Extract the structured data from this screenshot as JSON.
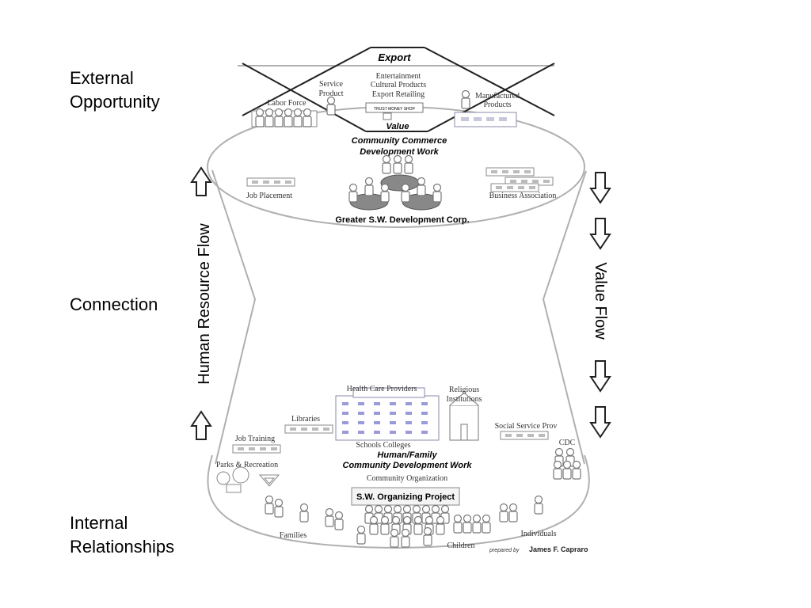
{
  "side_labels": {
    "external_line1": "External",
    "external_line2": "Opportunity",
    "connection": "Connection",
    "internal_line1": "Internal",
    "internal_line2": "Relationships"
  },
  "flows": {
    "left": "Human Resource  Flow",
    "right": "Value  Flow"
  },
  "top": {
    "export": "Export",
    "value": "Value",
    "community_commerce_line1": "Community Commerce",
    "community_commerce_line2": "Development Work",
    "entertainment_lines": [
      "Entertainment",
      "Cultural Products",
      "Export Retailing"
    ],
    "service_lines": [
      "Service",
      "Product"
    ],
    "manufactured_lines": [
      "Manufactured",
      "Products"
    ],
    "labor_force": "Labor Force",
    "sign_text": "TRUST MONEY SHOP",
    "job_placement": "Job Placement",
    "business_association": "Business Association",
    "development_corp": "Greater S.W. Development Corp."
  },
  "bottom": {
    "health_care": "Health Care Providers",
    "religious_lines": [
      "Religious",
      "Institutions"
    ],
    "libraries": "Libraries",
    "job_training": "Job Training",
    "social_service": "Social Service Prov",
    "schools_colleges": "Schools   Colleges",
    "human_family_line1": "Human/Family",
    "human_family_line2": "Community Development Work",
    "cdc": "CDC",
    "parks_recreation": "Parks & Recreation",
    "community_organization": "Community Organization",
    "organizing_project": "S.W. Organizing Project",
    "individuals": "Individuals",
    "families": "Families",
    "children": "Children",
    "prepared_by": "prepared by",
    "author": "James F. Capraro"
  }
}
